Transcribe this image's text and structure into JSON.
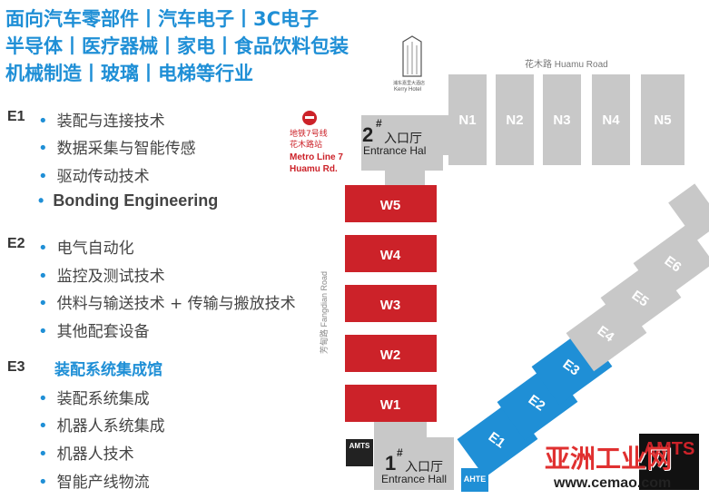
{
  "headings": [
    "面向汽车零部件丨汽车电子丨3C电子",
    "半导体丨医疗器械丨家电丨食品饮料包装",
    "机械制造丨玻璃丨电梯等行业"
  ],
  "zones": [
    {
      "code": "E1",
      "items": [
        {
          "text": "装配与连接技术",
          "bold": false
        },
        {
          "text": "数据采集与智能传感",
          "bold": false
        },
        {
          "text": "驱动传动技术",
          "bold": false
        },
        {
          "text": "Bonding Engineering",
          "bold": true
        }
      ]
    },
    {
      "code": "E2",
      "items": [
        {
          "text": "电气自动化",
          "bold": false
        },
        {
          "text": "监控及测试技术",
          "bold": false
        },
        {
          "text": "供料与输送技术 + 传输与搬放技术",
          "bold": false
        },
        {
          "text": "其他配套设备",
          "bold": false
        }
      ]
    },
    {
      "code": "E3",
      "title": "装配系统集成馆",
      "items": [
        {
          "text": "装配系统集成",
          "bold": false
        },
        {
          "text": "机器人系统集成",
          "bold": false
        },
        {
          "text": "机器人技术",
          "bold": false
        },
        {
          "text": "智能产线物流",
          "bold": false
        }
      ]
    }
  ],
  "map": {
    "road_north": "花木路 Huamu Road",
    "road_west": "芳甸路 Fangdian Road",
    "hotel_cn": "浦东嘉里大酒店",
    "hotel_en": "Kerry Hotel",
    "metro": [
      "地铁7号线",
      "花木路站",
      "Metro Line 7",
      "Huamu Rd."
    ],
    "entrance2_num": "2",
    "entrance1_num": "1",
    "entrance_cn": "入口厅",
    "entrance_en": "Entrance Hall",
    "halls_north": [
      "N1",
      "N2",
      "N3",
      "N4",
      "N5"
    ],
    "halls_west": [
      "W5",
      "W4",
      "W3",
      "W2",
      "W1"
    ],
    "halls_east": [
      "E1",
      "E2",
      "E3",
      "E4",
      "E5",
      "E6"
    ],
    "logos": {
      "amts": "AMTS",
      "ahte": "AHTE",
      "watermark": "亚洲工业网",
      "watermark_url": "www.cemao.com",
      "corner": "AMTS"
    },
    "colors": {
      "red": "#cc2229",
      "blue": "#1f8fd6",
      "gray": "#c8c8c8"
    }
  }
}
